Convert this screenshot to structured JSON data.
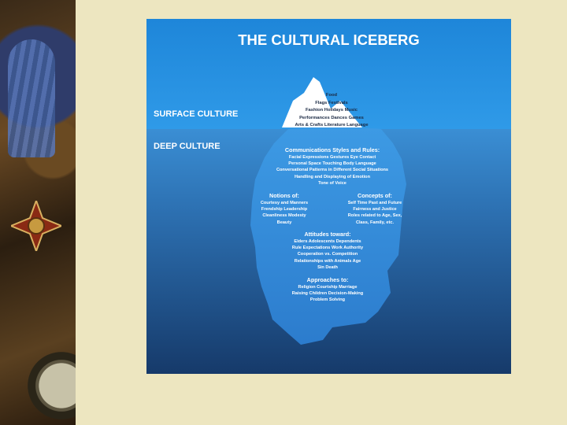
{
  "poster": {
    "title": "THE CULTURAL ICEBERG",
    "surface_label": "SURFACE CULTURE",
    "deep_label": "DEEP CULTURE",
    "colors": {
      "sky": "#2191e0",
      "water_top": "#3a8ed4",
      "water_bottom": "#163a6a",
      "ice": "#ffffff",
      "ice_under": "#2f86d6"
    },
    "tip_lines": [
      "Food",
      "Flags   Festivals",
      "Fashion   Holidays   Music",
      "Performances   Dances   Games",
      "Arts & Crafts   Literature   Language"
    ],
    "communications": {
      "heading": "Communications Styles and Rules:",
      "lines": [
        "Facial Expressions    Gestures       Eye Contact",
        "Personal Space    Touching     Body Language",
        "Conversational Patterns in Different Social Situations",
        "Handling and Displaying of Emotion",
        "Tone of Voice"
      ]
    },
    "notions": {
      "heading": "Notions of:",
      "lines": [
        "Courtesy and Manners",
        "Frendship   Leadership",
        "Cleanliness   Modesty",
        "Beauty"
      ]
    },
    "concepts": {
      "heading": "Concepts of:",
      "lines": [
        "Self   Time   Past and Future",
        "Fairness and Justice",
        "Roles related to Age, Sex,",
        "Class, Family, etc."
      ]
    },
    "attitudes": {
      "heading": "Attitudes toward:",
      "lines": [
        "Elders   Adolescents   Dependents",
        "Rule   Expectations   Work   Authority",
        "Cooperation vs. Competition",
        "Relationships with Animals   Age",
        "Sin   Death"
      ]
    },
    "approaches": {
      "heading": "Approaches to:",
      "lines": [
        "Religion   Courtship   Marriage",
        "Raising Children   Decision-Making",
        "Problem Solving"
      ]
    }
  }
}
